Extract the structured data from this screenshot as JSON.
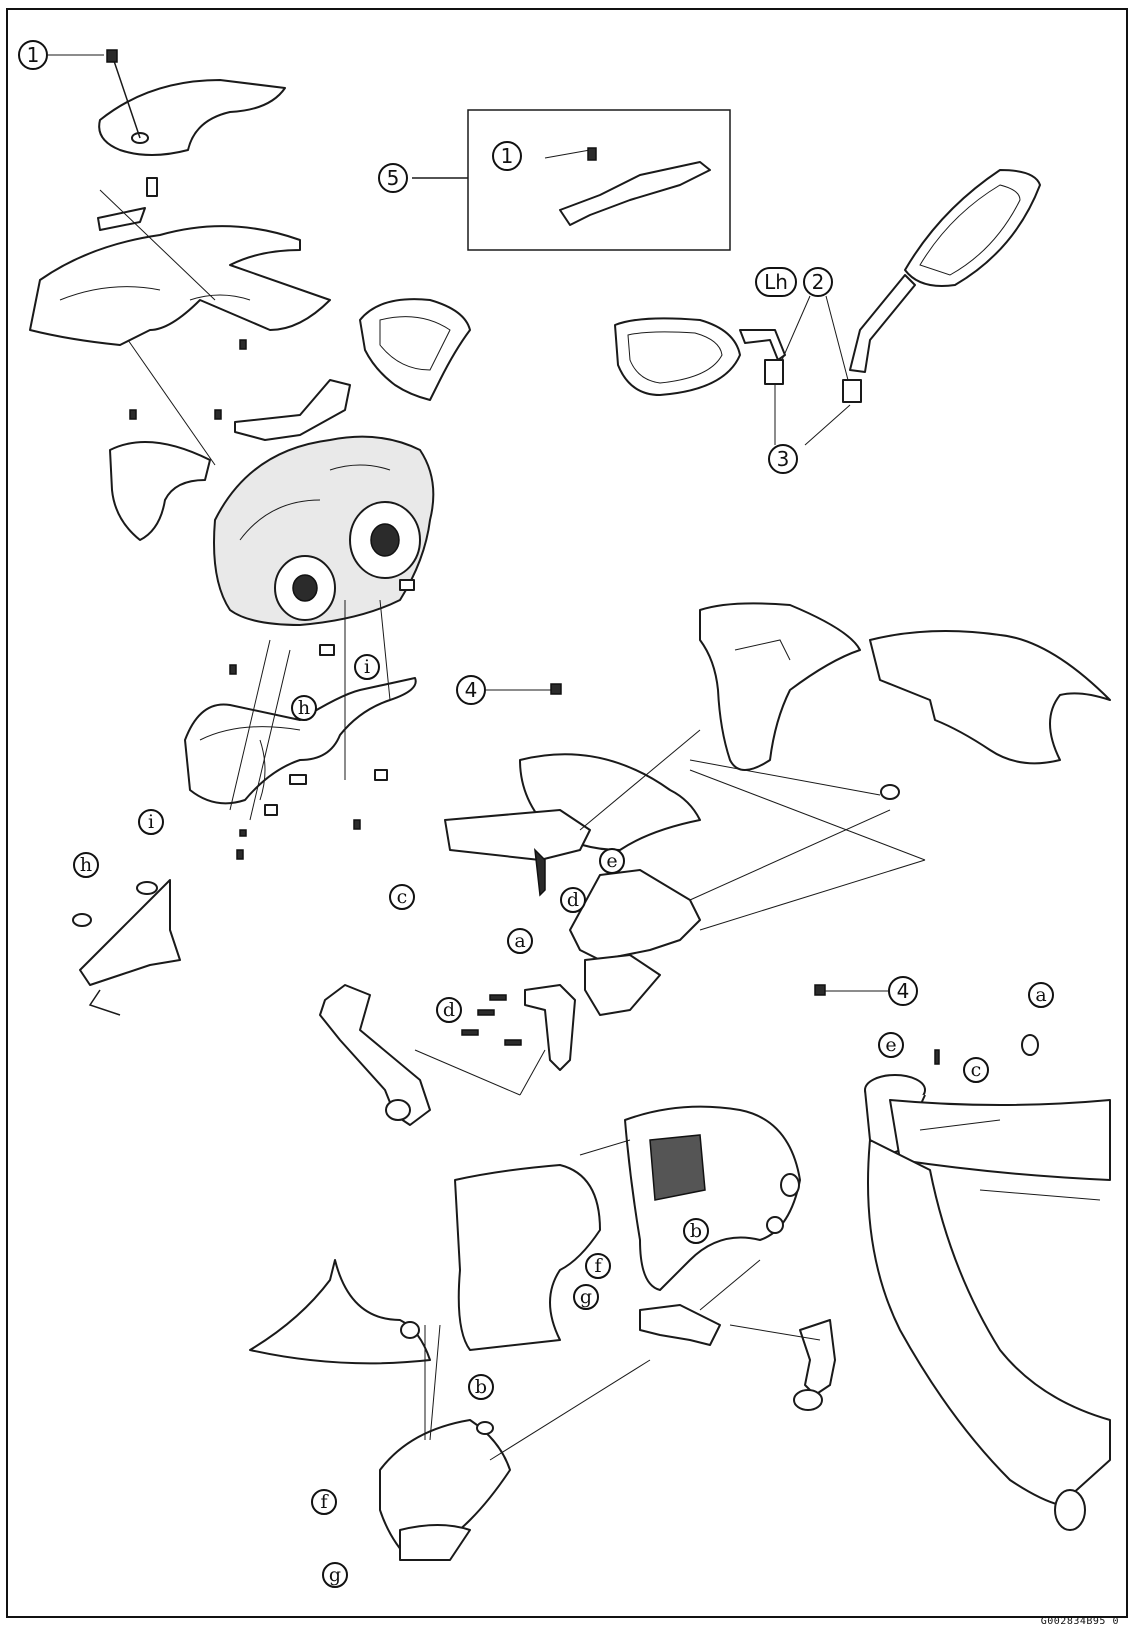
{
  "callouts": {
    "c1a": "1",
    "c1b": "1",
    "c2": "2",
    "c3": "3",
    "c4a": "4",
    "c4b": "4",
    "c5": "5",
    "lh": "Lh"
  },
  "letters": {
    "h1": "h",
    "i1": "i",
    "h2": "h",
    "i2": "i",
    "c1": "c",
    "d1": "d",
    "d2": "d",
    "e1": "e",
    "a1": "a",
    "a2": "a",
    "e2": "e",
    "c2": "c",
    "b1": "b",
    "f1": "f",
    "g1": "g",
    "b2": "b",
    "f2": "f",
    "g2": "g"
  },
  "drawing_code": "G002834B95 0"
}
